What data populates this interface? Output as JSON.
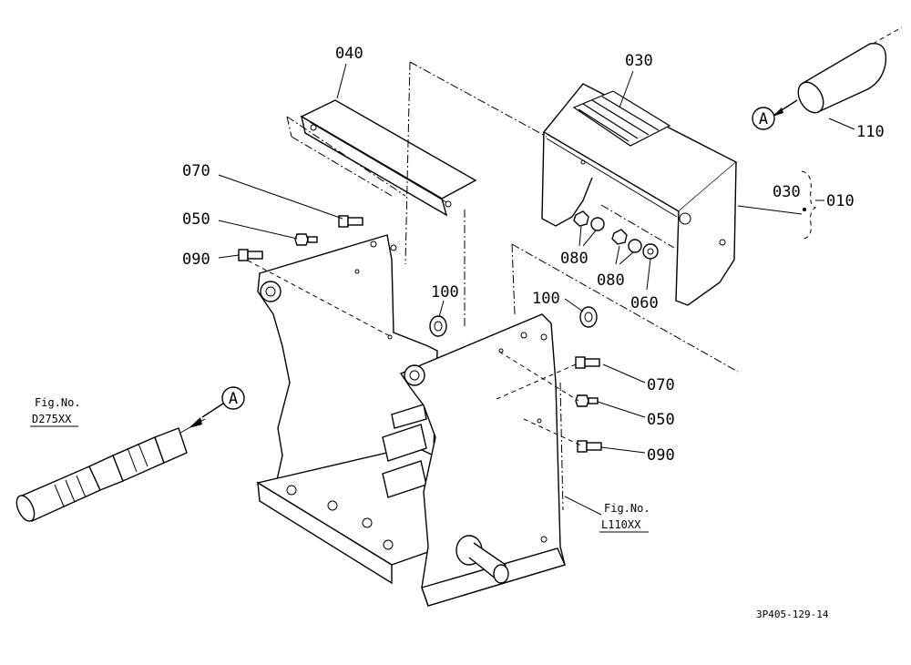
{
  "callouts": [
    {
      "id": "040",
      "text": "040"
    },
    {
      "id": "030_top",
      "text": "030"
    },
    {
      "id": "110",
      "text": "110"
    },
    {
      "id": "030_side",
      "text": "030"
    },
    {
      "id": "010",
      "text": "010"
    },
    {
      "id": "070_l",
      "text": "070"
    },
    {
      "id": "050_l",
      "text": "050"
    },
    {
      "id": "090_l",
      "text": "090"
    },
    {
      "id": "100_l",
      "text": "100"
    },
    {
      "id": "100_r",
      "text": "100"
    },
    {
      "id": "080_a",
      "text": "080"
    },
    {
      "id": "080_b",
      "text": "080"
    },
    {
      "id": "060",
      "text": "060"
    },
    {
      "id": "070_r",
      "text": "070"
    },
    {
      "id": "050_r",
      "text": "050"
    },
    {
      "id": "090_r",
      "text": "090"
    }
  ],
  "refs": {
    "fig_label_1": "Fig.No.",
    "fig_number_1": "D275XX",
    "fig_label_2": "Fig.No.",
    "fig_number_2": "L110XX",
    "marker_a_1": "A",
    "marker_a_2": "A"
  },
  "drawing_code": "3P405-129-14"
}
